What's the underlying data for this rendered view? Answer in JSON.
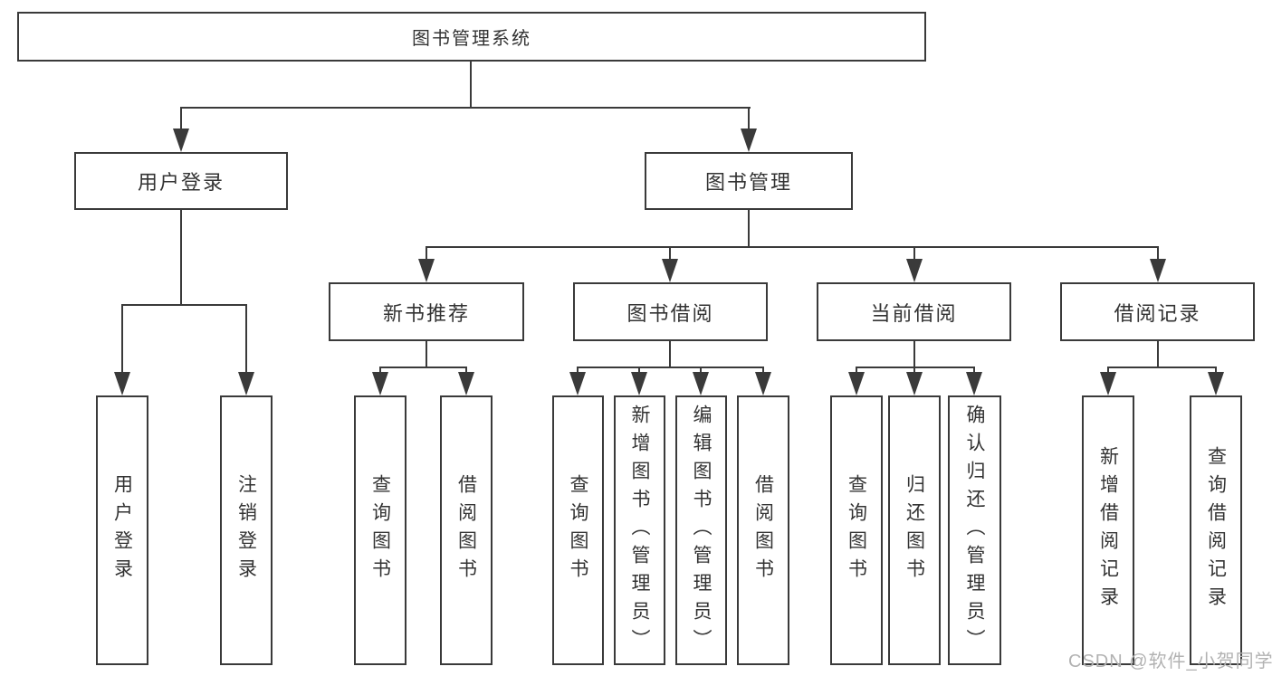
{
  "tree": {
    "root": {
      "label": "图书管理系统"
    },
    "branches": [
      {
        "label": "用户登录",
        "children": [
          {
            "label": "用户登录"
          },
          {
            "label": "注销登录"
          }
        ]
      },
      {
        "label": "图书管理",
        "children": [
          {
            "label": "新书推荐",
            "children": [
              {
                "label": "查询图书"
              },
              {
                "label": "借阅图书"
              }
            ]
          },
          {
            "label": "图书借阅",
            "children": [
              {
                "label": "查询图书"
              },
              {
                "label": "新增图书（管理员）"
              },
              {
                "label": "编辑图书（管理员）"
              },
              {
                "label": "借阅图书"
              }
            ]
          },
          {
            "label": "当前借阅",
            "children": [
              {
                "label": "查询图书"
              },
              {
                "label": "归还图书"
              },
              {
                "label": "确认归还（管理员）"
              }
            ]
          },
          {
            "label": "借阅记录",
            "children": [
              {
                "label": "新增借阅记录"
              },
              {
                "label": "查询借阅记录"
              }
            ]
          }
        ]
      }
    ]
  },
  "watermark": {
    "text": "CSDN @软件_小贺同学"
  },
  "colors": {
    "line": "#3a3a3a",
    "text": "#333333",
    "watermark": "#b2b2b2",
    "background": "#ffffff"
  }
}
